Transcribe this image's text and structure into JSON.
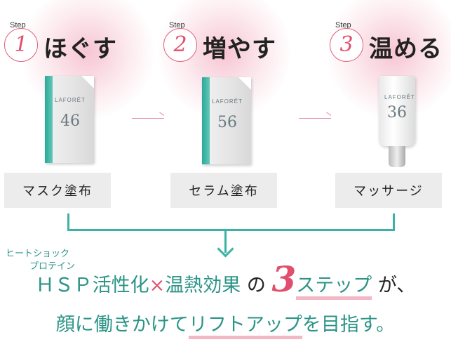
{
  "steps": [
    {
      "step_word": "Step",
      "num": "1",
      "title": "ほぐす",
      "product": {
        "brand": "LAFORÊT",
        "number": "46"
      },
      "label": "マスク塗布"
    },
    {
      "step_word": "Step",
      "num": "2",
      "title": "増やす",
      "product": {
        "brand": "LAFORÊT",
        "number": "56"
      },
      "label": "セラム塗布"
    },
    {
      "step_word": "Step",
      "num": "3",
      "title": "温める",
      "product": {
        "brand": "LAFORÊT",
        "number": "36"
      },
      "label": "マッサージ"
    }
  ],
  "headline": {
    "ruby_1": "ヒートショック",
    "ruby_2": "プロテイン",
    "hsp": "ＨＳＰ活性化",
    "cross": "×",
    "warm": "温熱効果",
    "no": "の",
    "three": "3",
    "steps": "ステップ",
    "ga": "が、",
    "line2_a": "顔に働きかけて",
    "line2_b": "リフトアップ",
    "line2_c": "を目指す。"
  },
  "colors": {
    "teal": "#2b9486",
    "pink": "#e0506e"
  }
}
